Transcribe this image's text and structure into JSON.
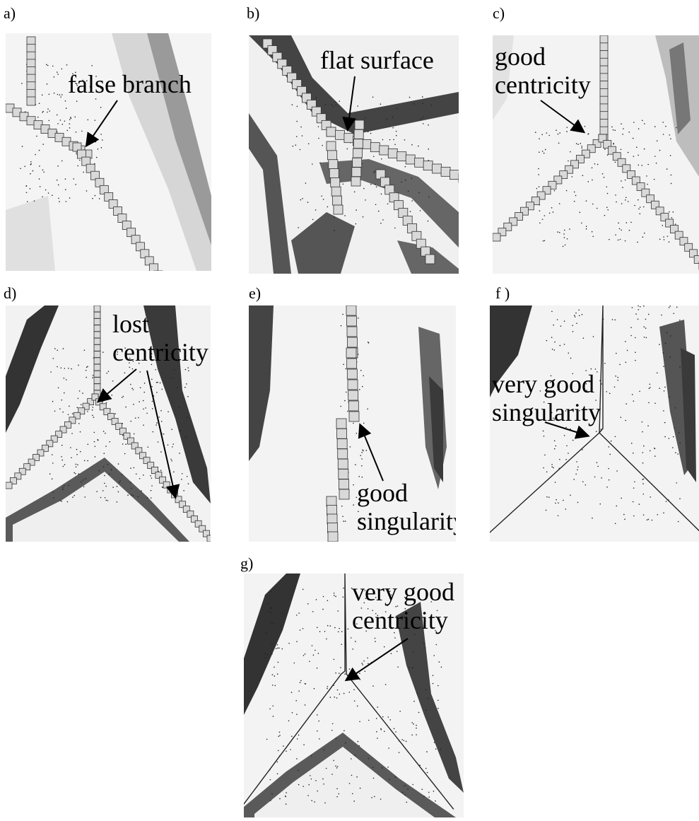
{
  "figure": {
    "panels": [
      {
        "label": "a)",
        "annotation_lines": [
          "false branch"
        ]
      },
      {
        "label": "b)",
        "annotation_lines": [
          "flat surface"
        ]
      },
      {
        "label": "c)",
        "annotation_lines": [
          "good",
          "centricity"
        ]
      },
      {
        "label": "d)",
        "annotation_lines": [
          "lost",
          "centricity"
        ]
      },
      {
        "label": "e)",
        "annotation_lines": [
          "good",
          "singularity"
        ]
      },
      {
        "label": "f )",
        "annotation_lines": [
          "very good",
          "singularity"
        ]
      },
      {
        "label": "g)",
        "annotation_lines": [
          "very good",
          "centricity"
        ]
      }
    ],
    "colors": {
      "background": "#ffffff",
      "surface_light": "#f2f2f2",
      "surface_shadow": "#555555",
      "voxel_fill": "#d9d9d9",
      "voxel_edge": "#333333",
      "skeleton_line": "#222222"
    }
  }
}
